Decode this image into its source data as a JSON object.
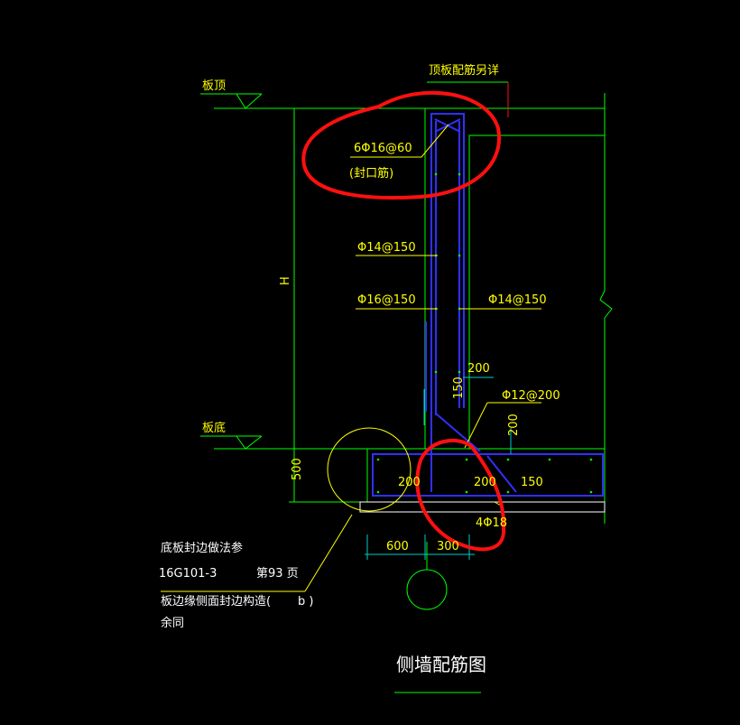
{
  "title": "侧墙配筋图",
  "labels": {
    "slab_top": "板顶",
    "slab_bottom": "板底",
    "top_slab_note": "顶板配筋另详",
    "closing_bars": "6Φ16@60",
    "closing_note": "(封口筋)",
    "bar_outer_vertical": "Φ14@150",
    "bar_inner_left": "Φ16@150",
    "bar_inner_right": "Φ14@150",
    "height_label": "H",
    "dim_500": "500",
    "dim_200_top": "200",
    "dim_150_haunch": "150",
    "stirrup": "Φ12@200",
    "dim_200_vertical": "200",
    "dim_200_left": "200",
    "dim_200_mid": "200",
    "dim_150_right": "150",
    "corner_bars": "4Φ18",
    "dim_600": "600",
    "dim_300": "300",
    "note_line1": "底板封边做法参",
    "note_ref": "16G101-3",
    "note_page": "第93  页",
    "note_line3": "板边缘侧面封边构造(",
    "note_b": "b )",
    "note_line4": "余同"
  },
  "colors": {
    "background": "#000000",
    "outline": "#00ff00",
    "rebar": "#3030ff",
    "text": "#ffff00",
    "dimension": "#00cccc",
    "marker": "#ff1010",
    "callout": "#ffffff"
  }
}
